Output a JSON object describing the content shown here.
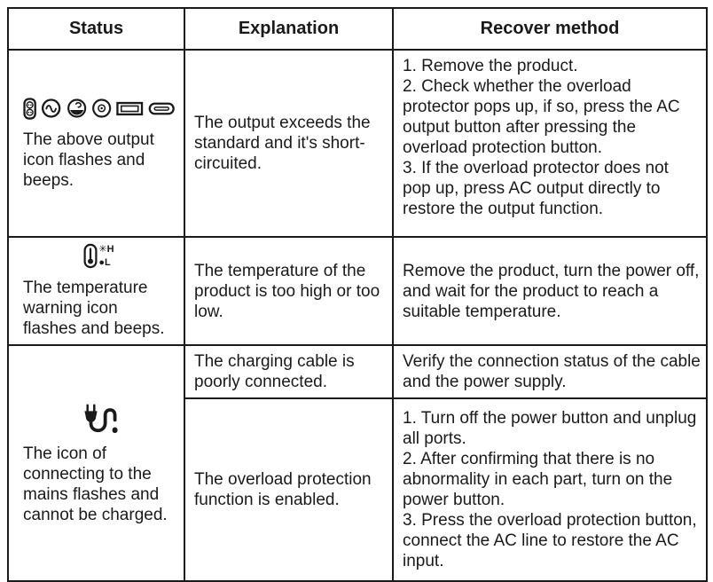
{
  "colors": {
    "background": "#ffffff",
    "text": "#1a1a1a",
    "border": "#1a1a1a"
  },
  "header": {
    "status": "Status",
    "explanation": "Explanation",
    "recover": "Recover method"
  },
  "row_output": {
    "status_icons": [
      "ac-socket-icon",
      "ac-wave-icon",
      "car-lighter-icon",
      "dc-port-icon",
      "usb-a-icon",
      "usb-c-icon"
    ],
    "status_text": "The above output icon flashes and beeps.",
    "explanation": "The output exceeds the standard and it's short-circuited.",
    "recover": "1. Remove the product.\n2. Check whether the overload protector pops up, if so, press the AC output button after pressing the overload protection button.\n3. If the overload protector does not pop up, press AC output directly to restore the output function."
  },
  "row_temperature": {
    "status_icon": "thermometer-icon",
    "icon_high_label": "✳H",
    "icon_low_label": "●L",
    "status_text": "The temperature warning icon flashes and beeps.",
    "explanation": "The temperature of the product is too high or too low.",
    "recover": "Remove the product, turn the power off, and wait for the product to reach a suitable temperature."
  },
  "row_mains": {
    "status_icon": "mains-plug-icon",
    "status_text": "The icon of connecting to the mains flashes and cannot be charged.",
    "sub1": {
      "explanation": "The charging cable is poorly connected.",
      "recover": "Verify the connection status of the cable and the power supply."
    },
    "sub2": {
      "explanation": "The overload protection function is enabled.",
      "recover": "1. Turn off the power button and unplug all ports.\n2. After confirming that there is no abnormality in each part, turn on the power button.\n3. Press the overload protection button, connect the AC line to restore the AC input."
    }
  }
}
